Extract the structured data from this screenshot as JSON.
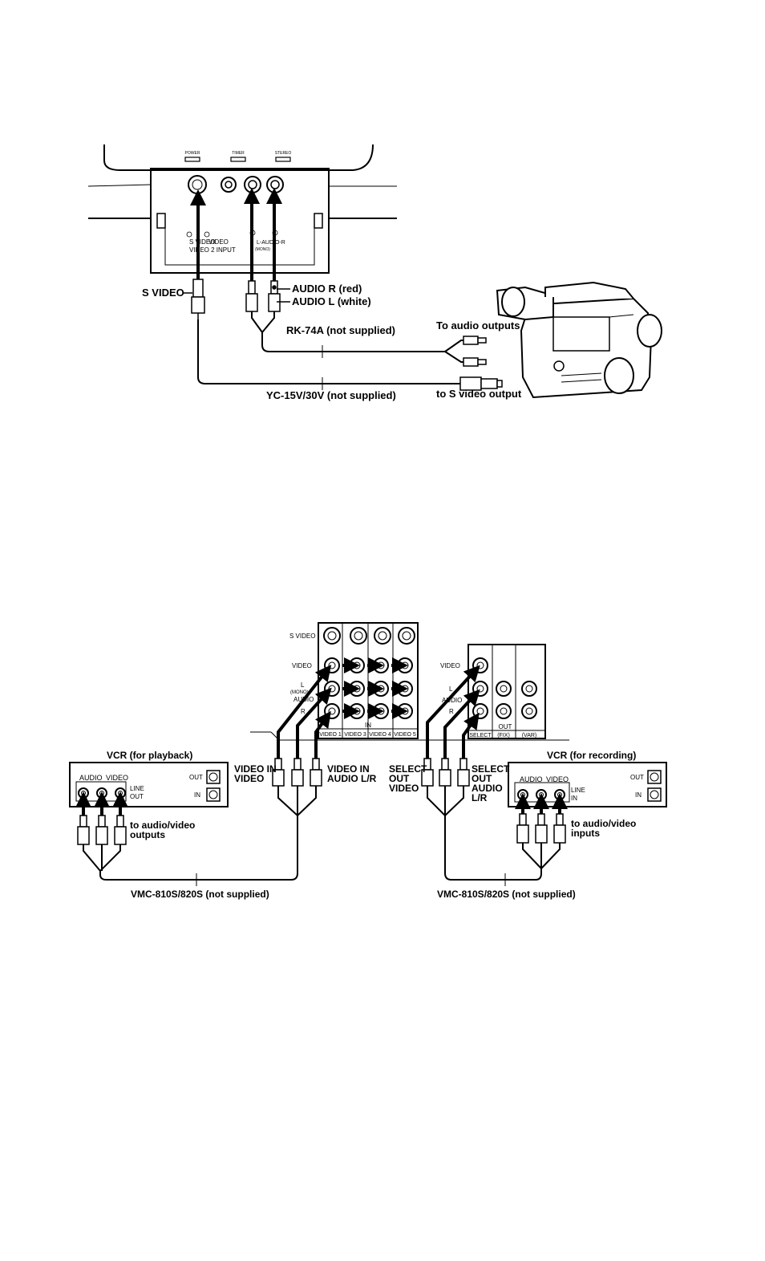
{
  "diagram1": {
    "tv_indicators": [
      "POWER",
      "TIMER",
      "STEREO"
    ],
    "panel_labels": {
      "svideo": "S VIDEO",
      "video2": "VIDEO 2 INPUT",
      "video": "VIDEO",
      "audio": "L-AUDIO-R",
      "mono": "(MONO)"
    },
    "svideo_plug": "S VIDEO",
    "audio_r": "AUDIO R (red)",
    "audio_l": "AUDIO L (white)",
    "rk_cable": "RK-74A (not supplied)",
    "to_audio_outputs": "To audio outputs",
    "yc_cable": "YC-15V/30V (not supplied)",
    "to_svideo_output": "to S video output"
  },
  "diagram2": {
    "in_panel": {
      "row_svideo": "S VIDEO",
      "row_video": "VIDEO",
      "row_l": "L",
      "row_mono": "(MONO)",
      "row_audio": "AUDIO",
      "row_r": "R",
      "in_label": "IN",
      "columns": [
        "VIDEO 1",
        "VIDEO 3",
        "VIDEO 4",
        "VIDEO 5"
      ]
    },
    "out_panel": {
      "row_video": "VIDEO",
      "row_l": "L",
      "row_audio": "AUDIO",
      "row_r": "R",
      "out_label": "OUT",
      "columns": [
        "SELECT",
        "(FIX)",
        "(VAR)"
      ]
    },
    "vcr_playback": {
      "title": "VCR (for playback)",
      "audio": "AUDIO",
      "video": "VIDEO",
      "line": "LINE",
      "out": "OUT",
      "out_jack": "OUT",
      "in_jack": "IN",
      "note1": "to audio/video",
      "note2": "outputs"
    },
    "vcr_recording": {
      "title": "VCR (for recording)",
      "audio": "AUDIO",
      "video": "VIDEO",
      "line": "LINE",
      "in": "IN",
      "out_jack": "OUT",
      "in_jack": "IN",
      "note1": "to audio/video",
      "note2": "inputs"
    },
    "video_in_video": [
      "VIDEO IN",
      "VIDEO"
    ],
    "video_in_audio": [
      "VIDEO IN",
      "AUDIO L/R"
    ],
    "select_out_video": [
      "SELECT",
      "OUT",
      "VIDEO"
    ],
    "select_out_audio": [
      "SELECT",
      "OUT",
      "AUDIO",
      "L/R"
    ],
    "cable_left": "VMC-810S/820S (not supplied)",
    "cable_right": "VMC-810S/820S (not supplied)"
  }
}
